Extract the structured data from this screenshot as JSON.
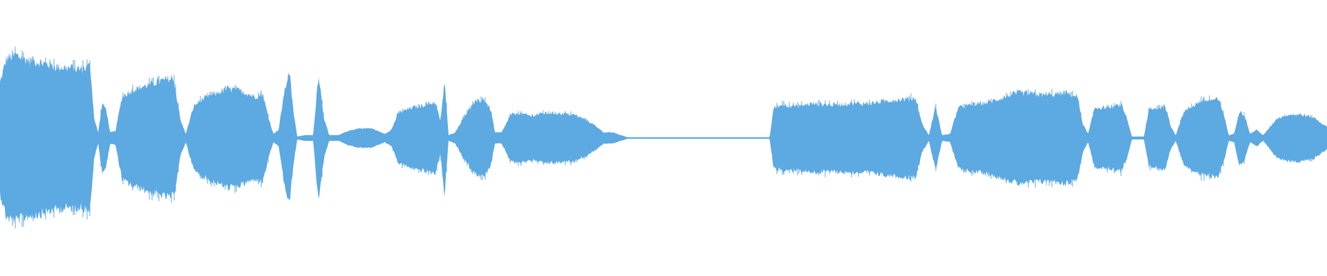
{
  "waveform": {
    "color": "#5DA9E1",
    "background": "#FFFFFF",
    "duration_fraction_silent_gap": [
      0.475,
      0.58
    ],
    "envelope": [
      [
        0.0,
        0.4
      ],
      [
        0.005,
        0.58
      ],
      [
        0.012,
        0.6
      ],
      [
        0.02,
        0.57
      ],
      [
        0.03,
        0.55
      ],
      [
        0.04,
        0.52
      ],
      [
        0.05,
        0.51
      ],
      [
        0.06,
        0.5
      ],
      [
        0.068,
        0.52
      ],
      [
        0.071,
        0.14
      ],
      [
        0.074,
        0.04
      ],
      [
        0.077,
        0.25
      ],
      [
        0.08,
        0.21
      ],
      [
        0.083,
        0.04
      ],
      [
        0.087,
        0.05
      ],
      [
        0.092,
        0.3
      ],
      [
        0.1,
        0.35
      ],
      [
        0.11,
        0.38
      ],
      [
        0.12,
        0.41
      ],
      [
        0.127,
        0.43
      ],
      [
        0.131,
        0.42
      ],
      [
        0.136,
        0.13
      ],
      [
        0.14,
        0.03
      ],
      [
        0.146,
        0.23
      ],
      [
        0.152,
        0.28
      ],
      [
        0.162,
        0.32
      ],
      [
        0.172,
        0.36
      ],
      [
        0.182,
        0.34
      ],
      [
        0.192,
        0.3
      ],
      [
        0.198,
        0.32
      ],
      [
        0.202,
        0.16
      ],
      [
        0.206,
        0.03
      ],
      [
        0.21,
        0.06
      ],
      [
        0.214,
        0.32
      ],
      [
        0.218,
        0.49
      ],
      [
        0.221,
        0.2
      ],
      [
        0.224,
        0.01
      ],
      [
        0.23,
        0.02
      ],
      [
        0.236,
        0.02
      ],
      [
        0.24,
        0.47
      ],
      [
        0.244,
        0.15
      ],
      [
        0.248,
        0.02
      ],
      [
        0.255,
        0.02
      ],
      [
        0.262,
        0.05
      ],
      [
        0.27,
        0.07
      ],
      [
        0.28,
        0.07
      ],
      [
        0.29,
        0.03
      ],
      [
        0.295,
        0.06
      ],
      [
        0.3,
        0.18
      ],
      [
        0.31,
        0.22
      ],
      [
        0.32,
        0.24
      ],
      [
        0.328,
        0.26
      ],
      [
        0.332,
        0.12
      ],
      [
        0.335,
        0.42
      ],
      [
        0.338,
        0.02
      ],
      [
        0.343,
        0.04
      ],
      [
        0.35,
        0.16
      ],
      [
        0.358,
        0.26
      ],
      [
        0.365,
        0.28
      ],
      [
        0.37,
        0.2
      ],
      [
        0.373,
        0.04
      ],
      [
        0.378,
        0.04
      ],
      [
        0.385,
        0.17
      ],
      [
        0.392,
        0.18
      ],
      [
        0.4,
        0.16
      ],
      [
        0.41,
        0.18
      ],
      [
        0.42,
        0.18
      ],
      [
        0.432,
        0.17
      ],
      [
        0.442,
        0.13
      ],
      [
        0.45,
        0.08
      ],
      [
        0.455,
        0.04
      ],
      [
        0.462,
        0.04
      ],
      [
        0.468,
        0.02
      ],
      [
        0.473,
        0.005
      ],
      [
        0.58,
        0.005
      ],
      [
        0.583,
        0.22
      ],
      [
        0.59,
        0.24
      ],
      [
        0.6,
        0.23
      ],
      [
        0.612,
        0.25
      ],
      [
        0.625,
        0.24
      ],
      [
        0.64,
        0.25
      ],
      [
        0.655,
        0.25
      ],
      [
        0.668,
        0.27
      ],
      [
        0.69,
        0.29
      ],
      [
        0.695,
        0.1
      ],
      [
        0.7,
        0.02
      ],
      [
        0.705,
        0.23
      ],
      [
        0.71,
        0.02
      ],
      [
        0.716,
        0.03
      ],
      [
        0.722,
        0.22
      ],
      [
        0.732,
        0.24
      ],
      [
        0.745,
        0.26
      ],
      [
        0.758,
        0.3
      ],
      [
        0.768,
        0.33
      ],
      [
        0.778,
        0.32
      ],
      [
        0.79,
        0.31
      ],
      [
        0.803,
        0.33
      ],
      [
        0.812,
        0.3
      ],
      [
        0.816,
        0.1
      ],
      [
        0.82,
        0.03
      ],
      [
        0.825,
        0.22
      ],
      [
        0.835,
        0.22
      ],
      [
        0.845,
        0.24
      ],
      [
        0.849,
        0.15
      ],
      [
        0.853,
        0.01
      ],
      [
        0.862,
        0.01
      ],
      [
        0.866,
        0.21
      ],
      [
        0.872,
        0.21
      ],
      [
        0.878,
        0.24
      ],
      [
        0.882,
        0.09
      ],
      [
        0.886,
        0.02
      ],
      [
        0.892,
        0.19
      ],
      [
        0.905,
        0.27
      ],
      [
        0.918,
        0.28
      ],
      [
        0.922,
        0.18
      ],
      [
        0.926,
        0.02
      ],
      [
        0.93,
        0.03
      ],
      [
        0.934,
        0.2
      ],
      [
        0.938,
        0.16
      ],
      [
        0.942,
        0.03
      ],
      [
        0.947,
        0.06
      ],
      [
        0.952,
        0.02
      ],
      [
        0.957,
        0.08
      ],
      [
        0.962,
        0.14
      ],
      [
        0.97,
        0.17
      ],
      [
        0.98,
        0.17
      ],
      [
        0.99,
        0.15
      ],
      [
        0.997,
        0.1
      ],
      [
        1.0,
        0.08
      ]
    ]
  }
}
